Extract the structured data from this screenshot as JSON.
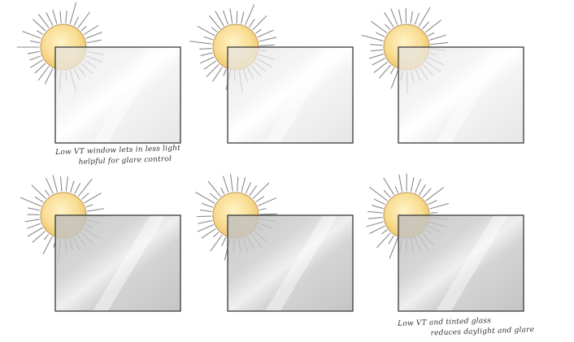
{
  "diagram": {
    "panels": [
      {
        "id": "top-left",
        "row": "top",
        "glass": "clear"
      },
      {
        "id": "top-middle",
        "row": "top",
        "glass": "clear"
      },
      {
        "id": "top-right",
        "row": "top",
        "glass": "clear"
      },
      {
        "id": "bottom-left",
        "row": "bottom",
        "glass": "tinted"
      },
      {
        "id": "bottom-middle",
        "row": "bottom",
        "glass": "tinted"
      },
      {
        "id": "bottom-right",
        "row": "bottom",
        "glass": "tinted"
      }
    ],
    "sun_icon": "sun-icon",
    "colors": {
      "sun_fill": "#f7d98b",
      "sun_stroke": "#b8955a",
      "ray": "#8a8a8a",
      "clear_glass": "#eeeeee",
      "tinted_glass": "#cfcfcf",
      "frame": "#3a3a3a"
    }
  },
  "captions": {
    "top": {
      "line1": "Low VT window lets in less light",
      "line2": "helpful for glare control"
    },
    "bottom": {
      "line1": "Low VT and tinted glass",
      "line2": "reduces daylight and glare"
    }
  }
}
